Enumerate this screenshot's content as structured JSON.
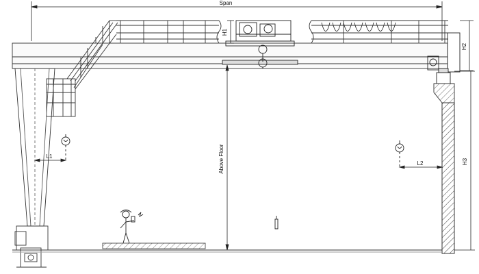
{
  "labels": {
    "span": "Span",
    "h1": "H1",
    "h2": "H2",
    "h3": "H3",
    "l1": "L1",
    "l2": "L2",
    "above_floor": "Above Floor"
  }
}
